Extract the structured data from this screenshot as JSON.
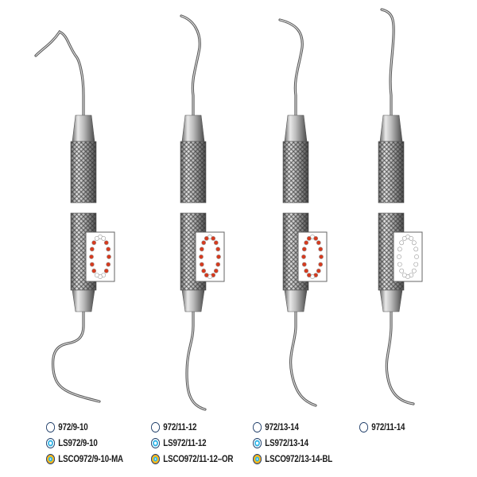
{
  "instruments": [
    {
      "name": "972/9-10",
      "chart": "molars"
    },
    {
      "name": "972/11-12",
      "chart": "all-teeth"
    },
    {
      "name": "972/13-14",
      "chart": "all-teeth"
    },
    {
      "name": "972/11-14",
      "chart": "none"
    }
  ],
  "labels": [
    [
      {
        "text": "972/9-10",
        "ring": "plain"
      },
      {
        "text": "LS972/9-10",
        "ring": "ls"
      },
      {
        "text": "LSCO972/9-10-MA",
        "ring": "lsco"
      }
    ],
    [
      {
        "text": "972/11-12",
        "ring": "plain"
      },
      {
        "text": "LS972/11-12",
        "ring": "ls"
      },
      {
        "text": "LSCO972/11-12–OR",
        "ring": "lsco"
      }
    ],
    [
      {
        "text": "972/13-14",
        "ring": "plain"
      },
      {
        "text": "LS972/13-14",
        "ring": "ls"
      },
      {
        "text": "LSCO972/13-14-BL",
        "ring": "lsco"
      }
    ],
    [
      {
        "text": "972/11-14",
        "ring": "plain"
      }
    ]
  ],
  "colors": {
    "ring_outer": "#1b3a66",
    "ring_inner": "#2fb3e6",
    "ring_orange": "#f5a51c",
    "tooth_highlight": "#d63a1e"
  }
}
